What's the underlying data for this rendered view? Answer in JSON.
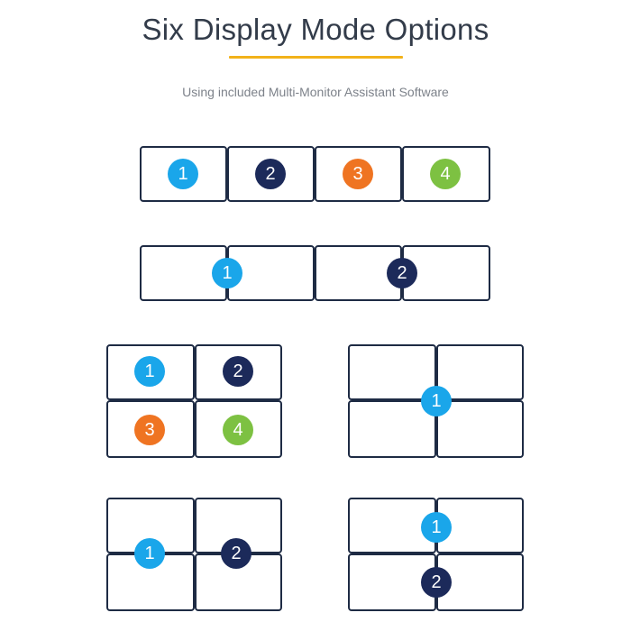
{
  "header": {
    "title": "Six Display Mode Options",
    "subtitle": "Using included Multi-Monitor Assistant Software"
  },
  "colors": {
    "screen_border": "#1e2b44",
    "accent_underline": "#f2b21a",
    "display_1": "#1aa6ea",
    "display_2": "#1c2a5a",
    "display_3": "#ef7422",
    "display_4": "#7dc142"
  },
  "modes": [
    {
      "layout": "1x4",
      "displays": [
        "1",
        "2",
        "3",
        "4"
      ]
    },
    {
      "layout": "1x4",
      "displays": [
        "1",
        "2"
      ]
    },
    {
      "layout": "2x2",
      "displays": [
        "1",
        "2",
        "3",
        "4"
      ]
    },
    {
      "layout": "2x2",
      "displays": [
        "1"
      ]
    },
    {
      "layout": "2x2",
      "displays": [
        "1",
        "2"
      ]
    },
    {
      "layout": "2x2",
      "displays": [
        "1",
        "2"
      ]
    }
  ]
}
